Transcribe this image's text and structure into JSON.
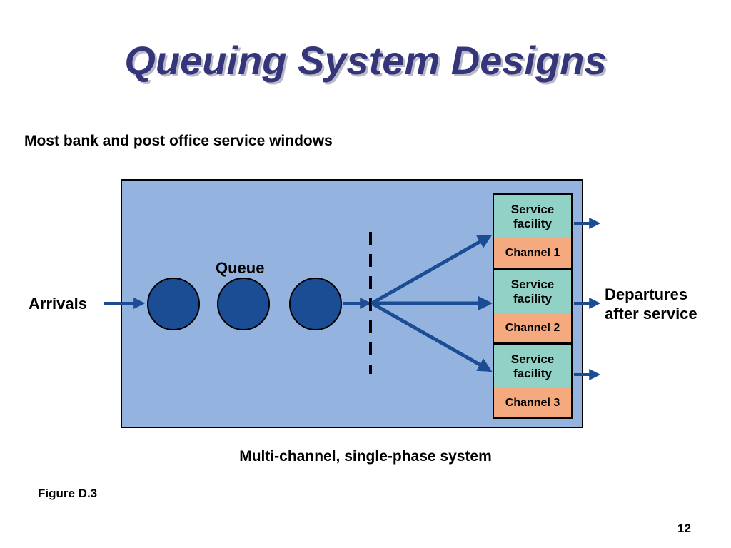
{
  "slide": {
    "title": "Queuing System Designs",
    "subtitle": "Most bank and post office service windows",
    "caption": "Multi-channel, single-phase system",
    "figure_label": "Figure D.3",
    "page_number": "12"
  },
  "diagram": {
    "arrivals_label": "Arrivals",
    "queue_label": "Queue",
    "departures_line1": "Departures",
    "departures_line2": "after service",
    "facilities": [
      {
        "line1": "Service",
        "line2": "facility",
        "channel": "Channel 1"
      },
      {
        "line1": "Service",
        "line2": "facility",
        "channel": "Channel 2"
      },
      {
        "line1": "Service",
        "line2": "facility",
        "channel": "Channel 3"
      }
    ]
  },
  "colors": {
    "title": "#35357a",
    "panel": "#94b3df",
    "arrow": "#1a4d94",
    "customer": "#1a4d94",
    "facility_top": "#92d2c6",
    "facility_bottom": "#f4a97e"
  }
}
